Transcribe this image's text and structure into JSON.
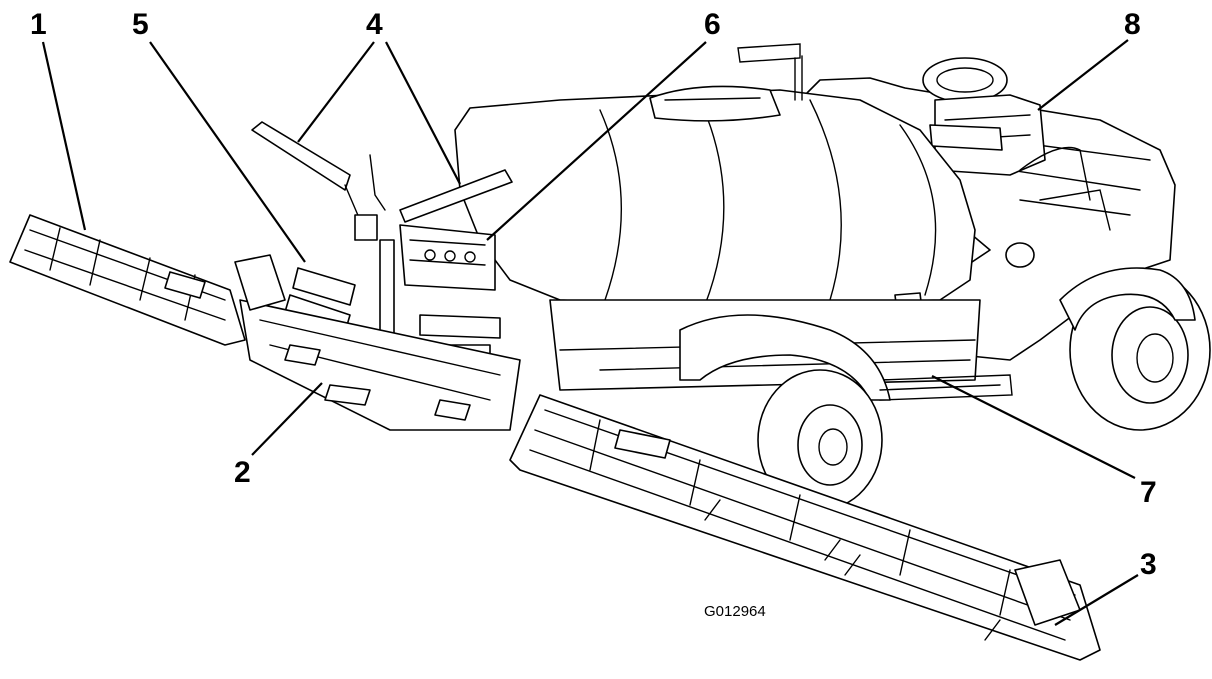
{
  "callouts": [
    {
      "id": "1",
      "label": "1"
    },
    {
      "id": "2",
      "label": "2"
    },
    {
      "id": "3",
      "label": "3"
    },
    {
      "id": "4",
      "label": "4"
    },
    {
      "id": "5",
      "label": "5"
    },
    {
      "id": "6",
      "label": "6"
    },
    {
      "id": "7",
      "label": "7"
    },
    {
      "id": "8",
      "label": "8"
    }
  ],
  "figure_id": "G012964",
  "colors": {
    "line": "#000000",
    "background": "#ffffff"
  }
}
